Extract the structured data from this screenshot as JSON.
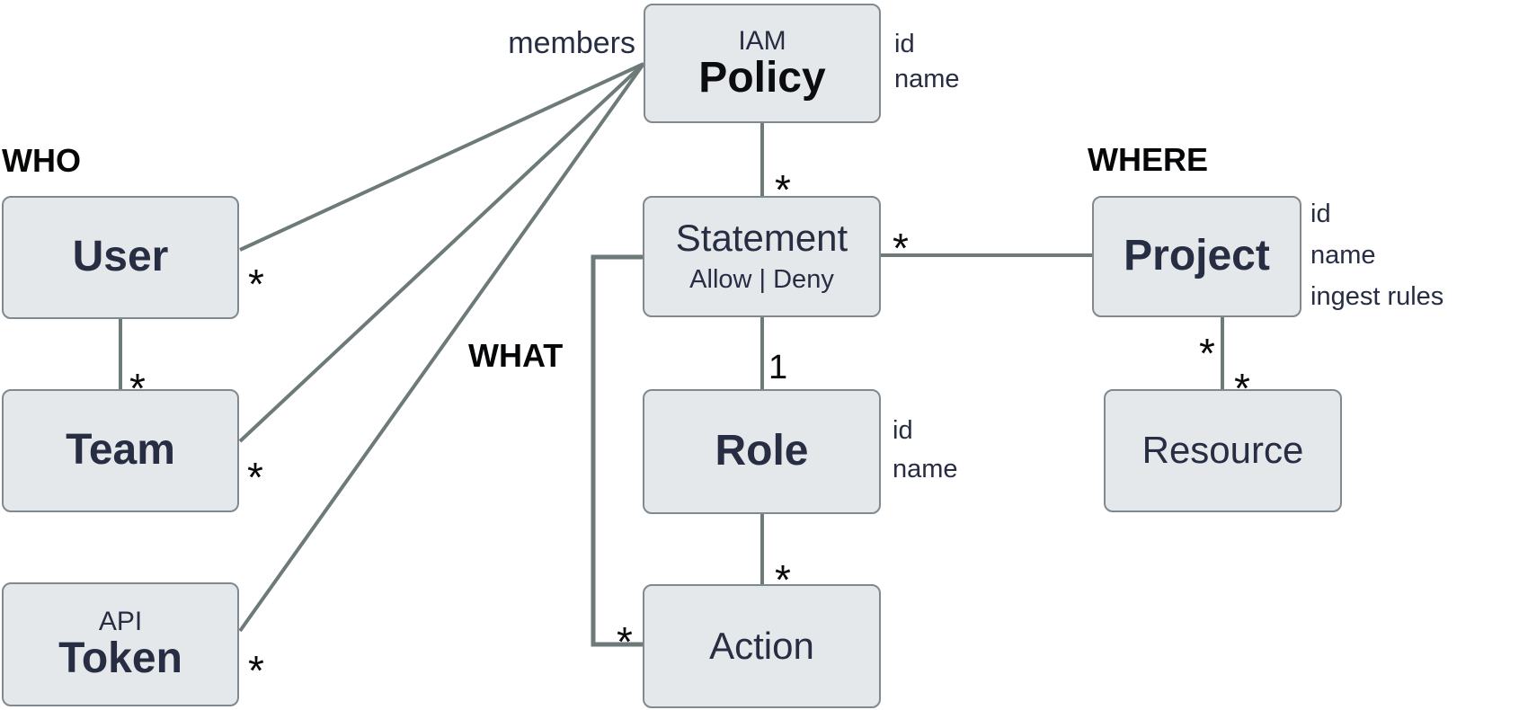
{
  "diagram": {
    "headers": {
      "who": "WHO",
      "what": "WHAT",
      "where": "WHERE"
    },
    "edge_label": {
      "members": "members"
    },
    "entities": {
      "policy": {
        "pretitle": "IAM",
        "title": "Policy",
        "attributes": [
          "id",
          "name"
        ]
      },
      "user": {
        "title": "User"
      },
      "team": {
        "title": "Team"
      },
      "token": {
        "pretitle": "API",
        "title": "Token"
      },
      "statement": {
        "title": "Statement",
        "subtitle": "Allow | Deny"
      },
      "role": {
        "title": "Role",
        "attributes": [
          "id",
          "name"
        ]
      },
      "action": {
        "title": "Action"
      },
      "project": {
        "title": "Project",
        "attributes": [
          "id",
          "name",
          "ingest rules"
        ]
      },
      "resource": {
        "title": "Resource"
      }
    },
    "cardinalities": {
      "policy_user": "*",
      "policy_team": "*",
      "policy_token": "*",
      "user_team": "*",
      "policy_statement": "*",
      "statement_project": "*",
      "statement_role": "1",
      "role_action": "*",
      "statement_action": "*",
      "project_resource_near": "*",
      "project_resource_far": "*"
    },
    "colors": {
      "node_fill": "#e5e8ea",
      "node_border": "#80898f",
      "connector": "#6e7a7a",
      "title_navy": "#272d42",
      "label_black": "#0a0a0a"
    }
  }
}
